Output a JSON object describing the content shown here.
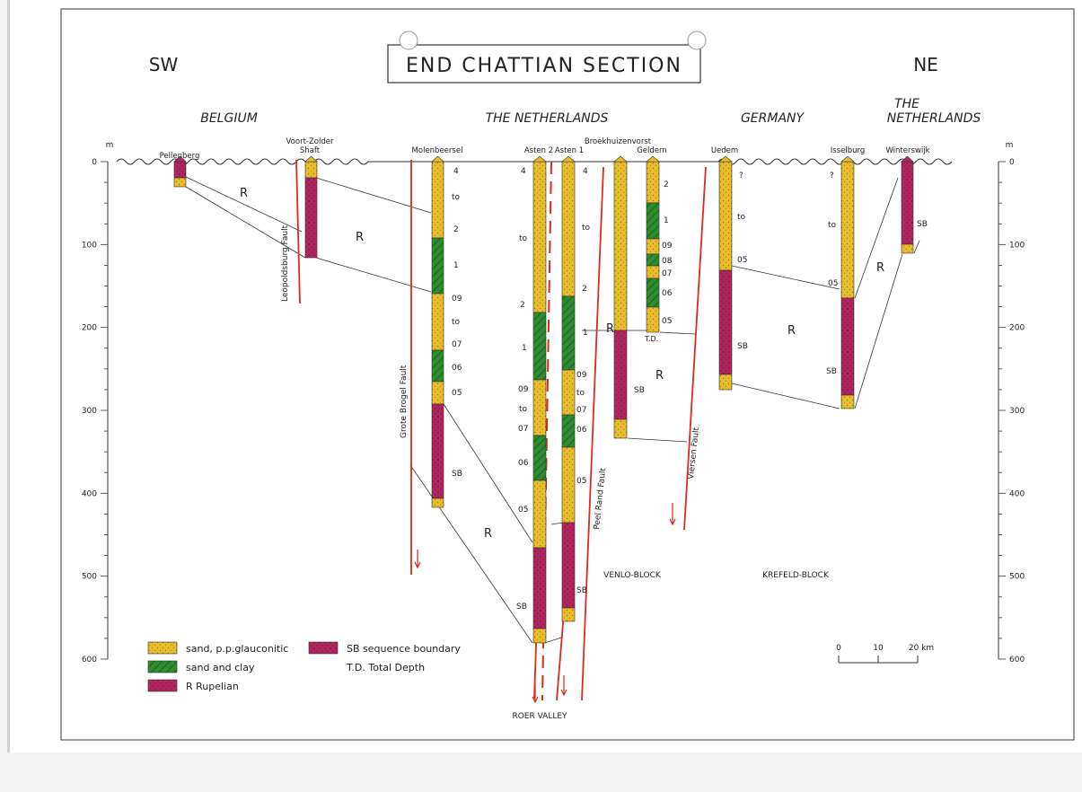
{
  "title": "END  CHATTIAN  SECTION",
  "direction": {
    "left": "SW",
    "right": "NE"
  },
  "countries": {
    "belgium": "BELGIUM",
    "netherlands": "THE NETHERLANDS",
    "germany": "GERMANY",
    "netherlands2_line1": "THE",
    "netherlands2_line2": "NETHERLANDS"
  },
  "axis": {
    "unit": "m",
    "ticks": [
      "0",
      "100",
      "200",
      "300",
      "400",
      "500",
      "600"
    ]
  },
  "wells": {
    "pellenberg": "Pellenberg",
    "voort_line1": "Voort-Zolder",
    "voort_line2": "Shaft",
    "molenbeersel": "Molenbeersel",
    "asten2": "Asten 2",
    "asten1": "Asten 1",
    "broekhuizenvorst": "Broekhuizenvorst",
    "geldern": "Geldern",
    "uedem": "Uedem",
    "isselburg": "Isselburg",
    "winterswijk": "Winterswijk"
  },
  "faults": {
    "leopoldsburg": "Leopoldsburg Fault",
    "grote_brogel": "Grote Brogel Fault",
    "peel_rand": "Peel Rand Fault",
    "viersen": "Viersen Fault"
  },
  "unit_labels": {
    "R": "R",
    "SB": "SB",
    "to": "to",
    "td": "T.D.",
    "q": "?",
    "n4": "4",
    "n2": "2",
    "n1": "1",
    "n09": "09",
    "n08": "08",
    "n07": "07",
    "n06": "06",
    "n05": "05"
  },
  "blocks": {
    "roer": "ROER VALLEY",
    "venlo": "VENLO-BLOCK",
    "krefeld": "KREFELD-BLOCK"
  },
  "legend": {
    "sand": "sand, p.p.glauconitic",
    "clay": "sand and clay",
    "rupelian": "R   Rupelian",
    "sb": "SB   sequence boundary",
    "td": "T.D.  Total Depth"
  },
  "scale": {
    "ticks": [
      "0",
      "10",
      "20 km"
    ]
  },
  "colors": {
    "sand": "#e8bd2c",
    "clay": "#2e8b2e",
    "rupelian": "#b0265f",
    "fault": "#d92a1a"
  }
}
